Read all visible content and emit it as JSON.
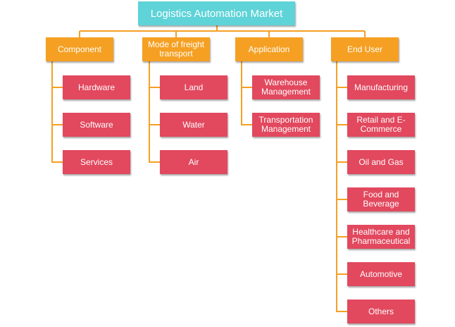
{
  "root": {
    "label": "Logistics Automation Market"
  },
  "categories": [
    {
      "label": "Component",
      "children": [
        "Hardware",
        "Software",
        "Services"
      ]
    },
    {
      "label": "Mode of freight transport",
      "children": [
        "Land",
        "Water",
        "Air"
      ]
    },
    {
      "label": "Application",
      "children": [
        "Warehouse Management",
        "Transportation Management"
      ]
    },
    {
      "label": "End User",
      "children": [
        "Manufacturing",
        "Retail and E-Commerce",
        "Oil and Gas",
        "Food and Beverage",
        "Healthcare and Pharmaceutical",
        "Automotive",
        "Others"
      ]
    }
  ],
  "colors": {
    "root": "#5ed3d8",
    "category": "#f5a023",
    "leaf": "#e2485e",
    "connector": "#f5a023"
  }
}
